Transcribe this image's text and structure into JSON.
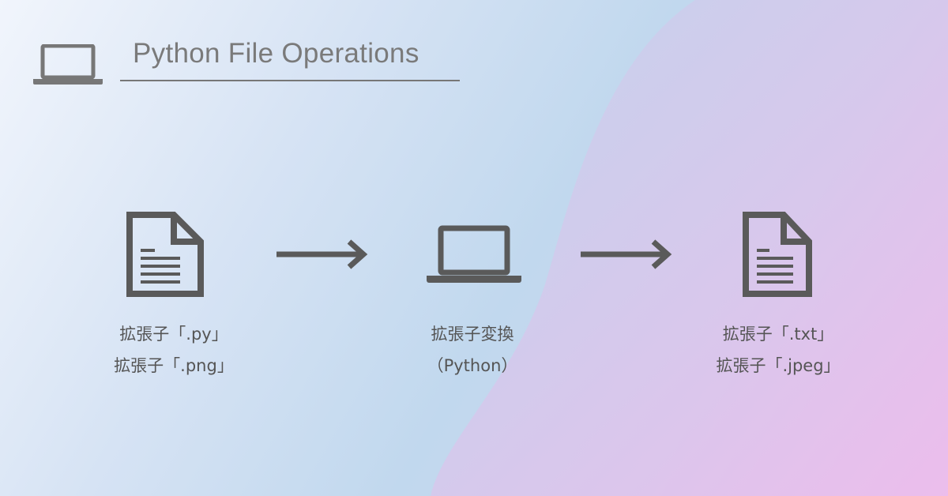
{
  "header": {
    "title": "Python File Operations",
    "icon": "laptop-icon"
  },
  "flow": [
    {
      "icon": "document-icon",
      "lines": [
        "拡張子「.py」",
        "拡張子「.png」"
      ]
    },
    {
      "icon": "laptop-icon",
      "lines": [
        "拡張子変換",
        "（Python）"
      ]
    },
    {
      "icon": "document-icon",
      "lines": [
        "拡張子「.txt」",
        "拡張子「.jpeg」"
      ]
    }
  ],
  "colors": {
    "icon": "#5a5a5a",
    "title": "#7a7a7a"
  }
}
